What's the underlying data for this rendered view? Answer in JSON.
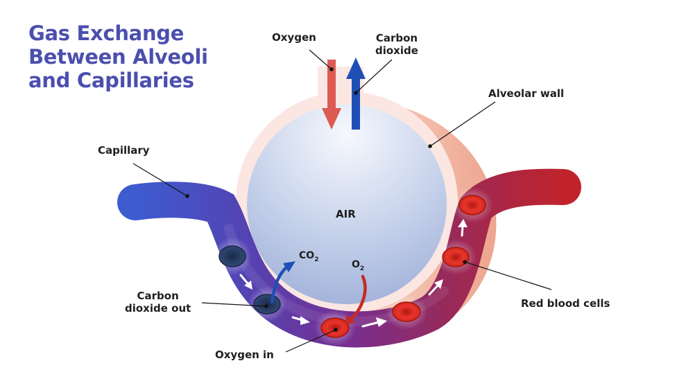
{
  "title": {
    "line1": "Gas Exchange",
    "line2": "Between Alveoli",
    "line3": "and Capillaries"
  },
  "labels": {
    "oxygen": "Oxygen",
    "carbon_dioxide_line1": "Carbon",
    "carbon_dioxide_line2": "dioxide",
    "alveolar_wall": "Alveolar wall",
    "capillary": "Capillary",
    "air": "AIR",
    "co2_main": "CO",
    "co2_sub": "2",
    "o2_main": "O",
    "o2_sub": "2",
    "co2_out_line1": "Carbon",
    "co2_out_line2": "dioxide out",
    "oxygen_in": "Oxygen in",
    "red_blood_cells": "Red blood cells"
  },
  "colors": {
    "title": "#4b4fae",
    "text": "#1f1f1f",
    "oxygen_arrow": "#dd5a52",
    "co2_arrow": "#1e4fb5",
    "capillary_venous": "#3f56c4",
    "capillary_mid": "#7a3a92",
    "capillary_arterial": "#b52735",
    "alveolar_wall": "#f0b8a4",
    "air": "#a9b9dd",
    "red_cell": "#d42a22",
    "deoxygenated_cell": "#23365c"
  }
}
